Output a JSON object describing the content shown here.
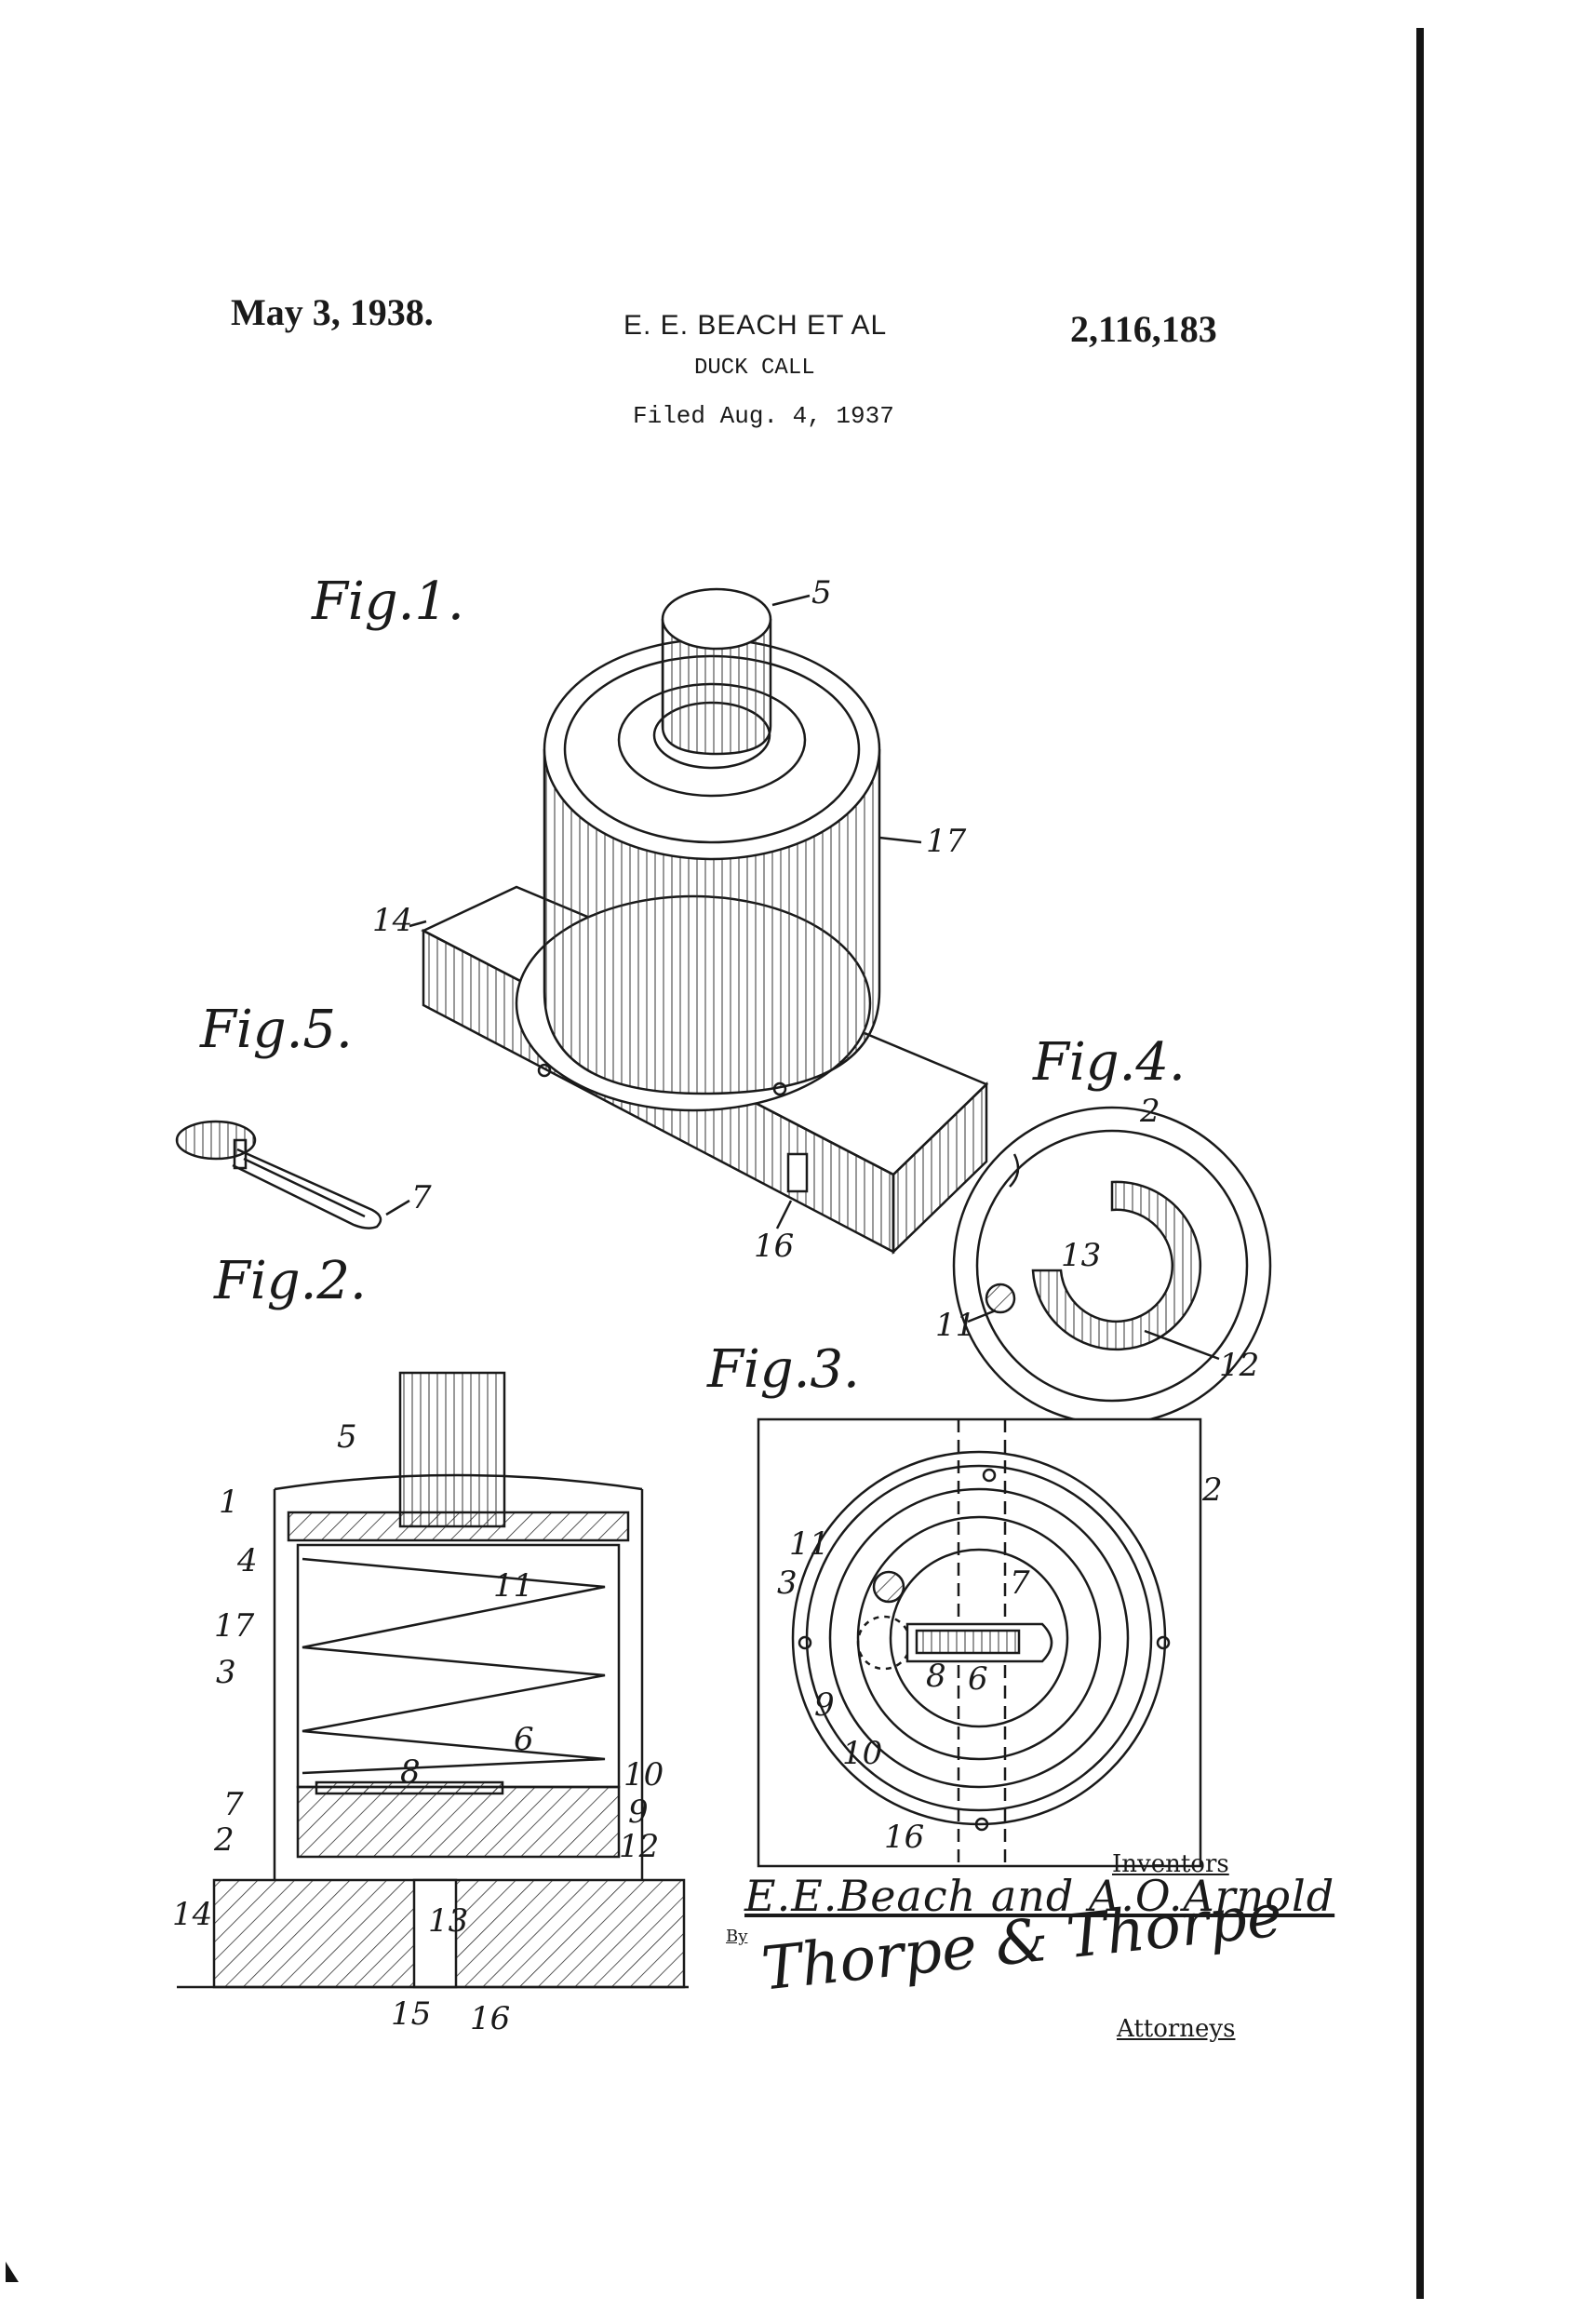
{
  "header": {
    "date": "May 3, 1938.",
    "inventor": "E. E. BEACH ET AL",
    "title": "DUCK CALL",
    "filed": "Filed Aug. 4, 1937",
    "patent_number": "2,116,183"
  },
  "figures": {
    "fig1": {
      "label": "Fig.1.",
      "refs": [
        "5",
        "17",
        "14",
        "16"
      ]
    },
    "fig2": {
      "label": "Fig.2.",
      "refs": [
        "5",
        "1",
        "4",
        "11",
        "17",
        "3",
        "8",
        "6",
        "10",
        "7",
        "9",
        "2",
        "12",
        "14",
        "13",
        "15",
        "16"
      ]
    },
    "fig3": {
      "label": "Fig.3.",
      "refs": [
        "11",
        "3",
        "2",
        "7",
        "8",
        "6",
        "9",
        "10",
        "16"
      ]
    },
    "fig4": {
      "label": "Fig.4.",
      "refs": [
        "2",
        "13",
        "11",
        "12"
      ]
    },
    "fig5": {
      "label": "Fig.5.",
      "refs": [
        "7"
      ]
    }
  },
  "signatures": {
    "inventors_label": "Inventors",
    "inventor_names": "E.E.Beach and A.O.Arnold",
    "by_label": "By",
    "attorney_signature": "Thorpe & Thorpe",
    "attorneys_label": "Attorneys"
  }
}
